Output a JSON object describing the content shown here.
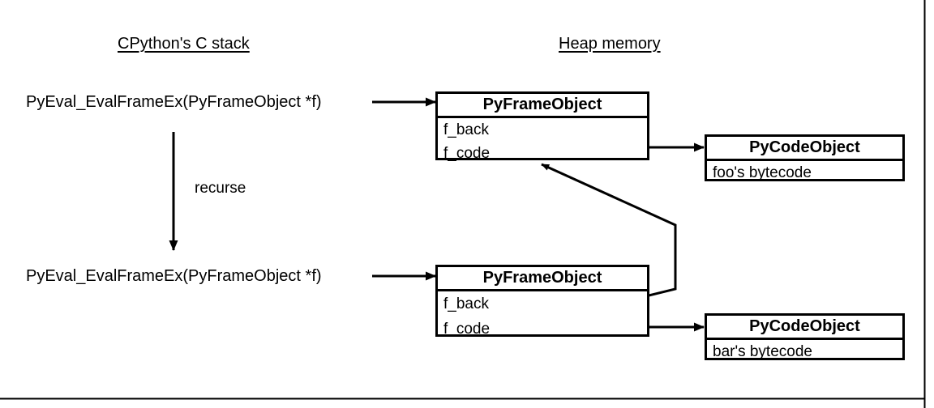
{
  "diagram": {
    "title_left": "CPython's C stack",
    "title_right": "Heap memory",
    "border_color": "#000000",
    "line_color": "#000000",
    "background": "#ffffff"
  },
  "stack": {
    "frames": [
      {
        "label": "PyEval_EvalFrameEx(PyFrameObject *f)"
      },
      {
        "label": "PyEval_EvalFrameEx(PyFrameObject *f)"
      }
    ],
    "recurse_label": "recurse"
  },
  "heap": {
    "frame_objects": [
      {
        "title": "PyFrameObject",
        "fields": [
          {
            "name": "f_back"
          },
          {
            "name": "f_code"
          }
        ]
      },
      {
        "title": "PyFrameObject",
        "fields": [
          {
            "name": "f_back"
          },
          {
            "name": "f_code"
          }
        ]
      }
    ],
    "code_objects": [
      {
        "title": "PyCodeObject",
        "body": "foo's bytecode"
      },
      {
        "title": "PyCodeObject",
        "body": "bar's bytecode"
      }
    ]
  }
}
